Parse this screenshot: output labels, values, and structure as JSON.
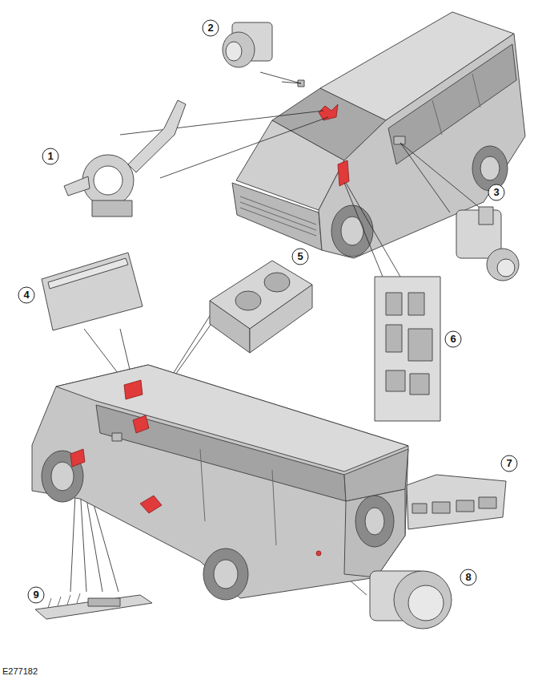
{
  "diagram": {
    "labels": [
      "2",
      "1",
      "3",
      "5",
      "4",
      "6",
      "7",
      "8",
      "9",
      "E277182"
    ]
  }
}
